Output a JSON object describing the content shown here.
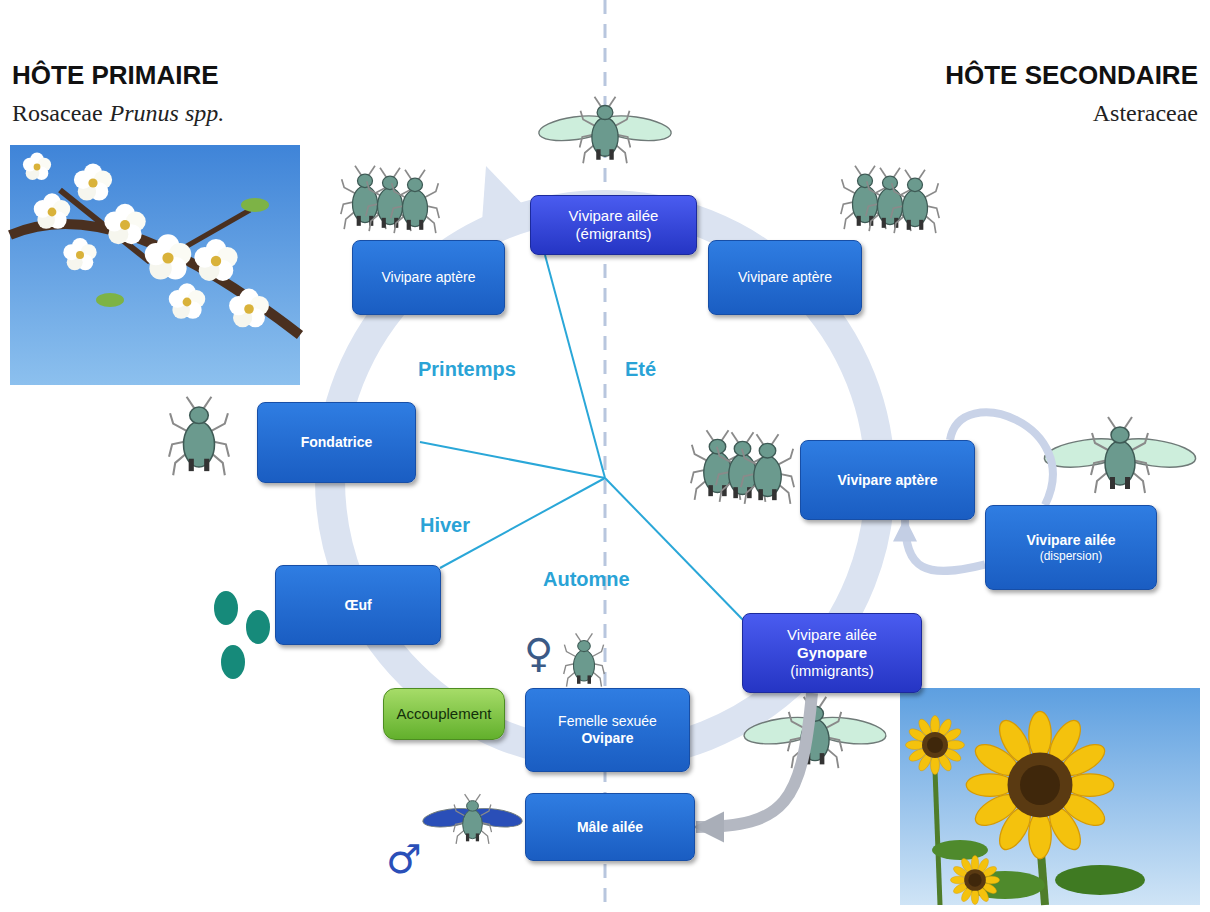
{
  "diagram": {
    "nodes": [
      {
        "text": [
          "Vivipare aptère"
        ]
      },
      {
        "text": [
          "Vivipare ailée",
          "(émigrants)"
        ]
      },
      {
        "text": [
          "Vivipare aptère"
        ]
      },
      {
        "text": [
          "Vivipare aptère"
        ]
      },
      {
        "text": [
          "Vivipare ailée",
          "(dispersion)"
        ]
      },
      {
        "text": [
          "Vivipare ailée",
          "Gynopare",
          "(immigrants)"
        ]
      },
      {
        "text": [
          "Femelle sexuée",
          "Ovipare"
        ]
      },
      {
        "text": [
          "Accouplement"
        ]
      },
      {
        "text": [
          "Œuf"
        ]
      },
      {
        "text": [
          "Fondatrice"
        ]
      },
      {
        "text": [
          "Mâle ailée"
        ]
      }
    ],
    "edges": [
      {
        "from": 5,
        "to": 10,
        "arrow": "to"
      },
      {
        "from": 3,
        "to": 4,
        "arrow": "none"
      },
      {
        "from": 4,
        "to": 3,
        "arrow": "to"
      }
    ],
    "labels": [
      "HÔTE PRIMAIRE",
      "Rosaceae",
      "Prunus spp.",
      "HÔTE SECONDAIRE",
      "Asteraceae",
      "Printemps",
      "Eté",
      "Hiver",
      "Automne",
      "♀",
      "♂"
    ]
  }
}
